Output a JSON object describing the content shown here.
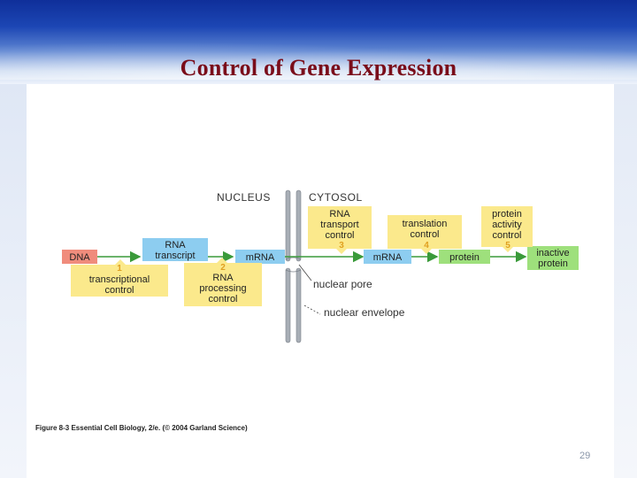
{
  "slide": {
    "title": "Control of Gene Expression",
    "page_number": "29"
  },
  "diagram": {
    "nucleus_label": "NUCLEUS",
    "cytosol_label": "CYTOSOL",
    "nodes": {
      "dna": "DNA",
      "rna_transcript_1": "RNA",
      "rna_transcript_2": "transcript",
      "mrna_nucleus": "mRNA",
      "mrna_cytosol": "mRNA",
      "protein": "protein",
      "inactive_protein_1": "inactive",
      "inactive_protein_2": "protein"
    },
    "controls": [
      {
        "number": "1",
        "line1": "transcriptional",
        "line2": "control",
        "line3": ""
      },
      {
        "number": "2",
        "line1": "RNA",
        "line2": "processing",
        "line3": "control"
      },
      {
        "number": "3",
        "line1": "RNA",
        "line2": "transport",
        "line3": "control"
      },
      {
        "number": "4",
        "line1": "translation",
        "line2": "control",
        "line3": ""
      },
      {
        "number": "5",
        "line1": "protein",
        "line2": "activity",
        "line3": "control"
      }
    ],
    "nuclear_pore_label": "nuclear pore",
    "nuclear_envelope_label": "nuclear envelope",
    "caption": "Figure 8-3  Essential Cell Biology, 2/e. (© 2004 Garland Science)",
    "colors": {
      "dna_box": "#f08c7c",
      "blue_box": "#8dcdf0",
      "green_box": "#9ee07c",
      "yellow_box": "#fbe98c",
      "number": "#e0a020",
      "envelope": "#9aa0a8",
      "title": "#7a0d1a"
    }
  }
}
